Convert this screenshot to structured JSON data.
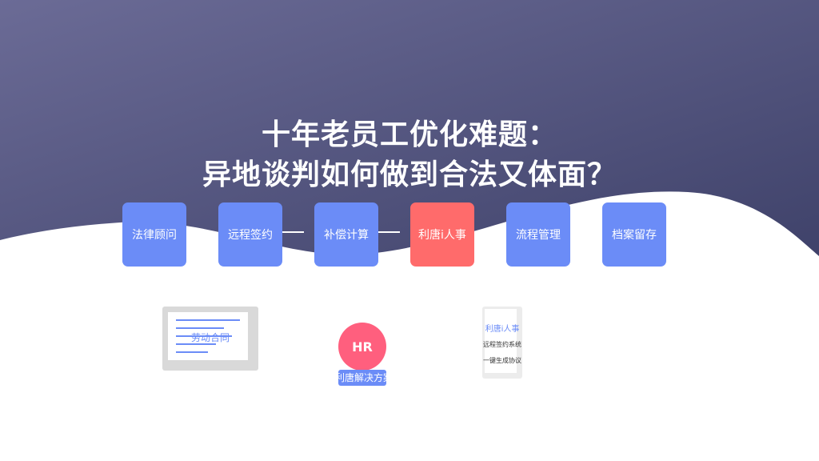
{
  "title": {
    "line1": "十年老员工优化难题：",
    "line2": "异地谈判如何做到合法又体面？"
  },
  "steps": [
    {
      "label": "法律顾问",
      "active": false
    },
    {
      "label": "远程签约",
      "active": false
    },
    {
      "label": "补偿计算",
      "active": false
    },
    {
      "label": "利唐i人事",
      "active": true
    },
    {
      "label": "流程管理",
      "active": false
    },
    {
      "label": "档案留存",
      "active": false
    }
  ],
  "illustrations": {
    "document_label": "劳动合同",
    "hr_badge": "HR",
    "hr_caption": "利唐解决方案",
    "phone_brand": "利唐i人事",
    "phone_line1": "远程签约系统",
    "phone_line2": "一键生成协议"
  },
  "colors": {
    "background_top": "#6b6b96",
    "background_bottom": "#3f426a",
    "step_default": "#6b8cf7",
    "step_active": "#ff6b6b",
    "hr_circle": "#ff5f7e"
  }
}
